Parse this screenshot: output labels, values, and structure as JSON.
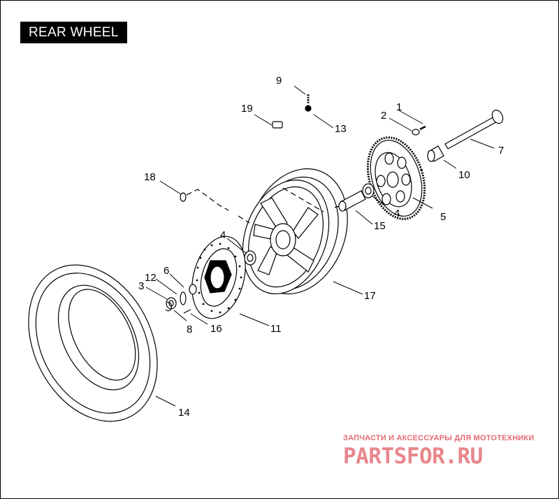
{
  "title": "REAR WHEEL",
  "callouts": [
    "1",
    "2",
    "3",
    "4",
    "4",
    "5",
    "6",
    "7",
    "8",
    "9",
    "10",
    "11",
    "12",
    "13",
    "14",
    "15",
    "16",
    "17",
    "18",
    "19"
  ],
  "watermark": {
    "tagline": "ЗАПЧАСТИ И АКСЕССУАРЫ ДЛЯ МОТОТЕХНИКИ",
    "logo": "PARTSFOR.RU",
    "color": "#e8878c"
  }
}
